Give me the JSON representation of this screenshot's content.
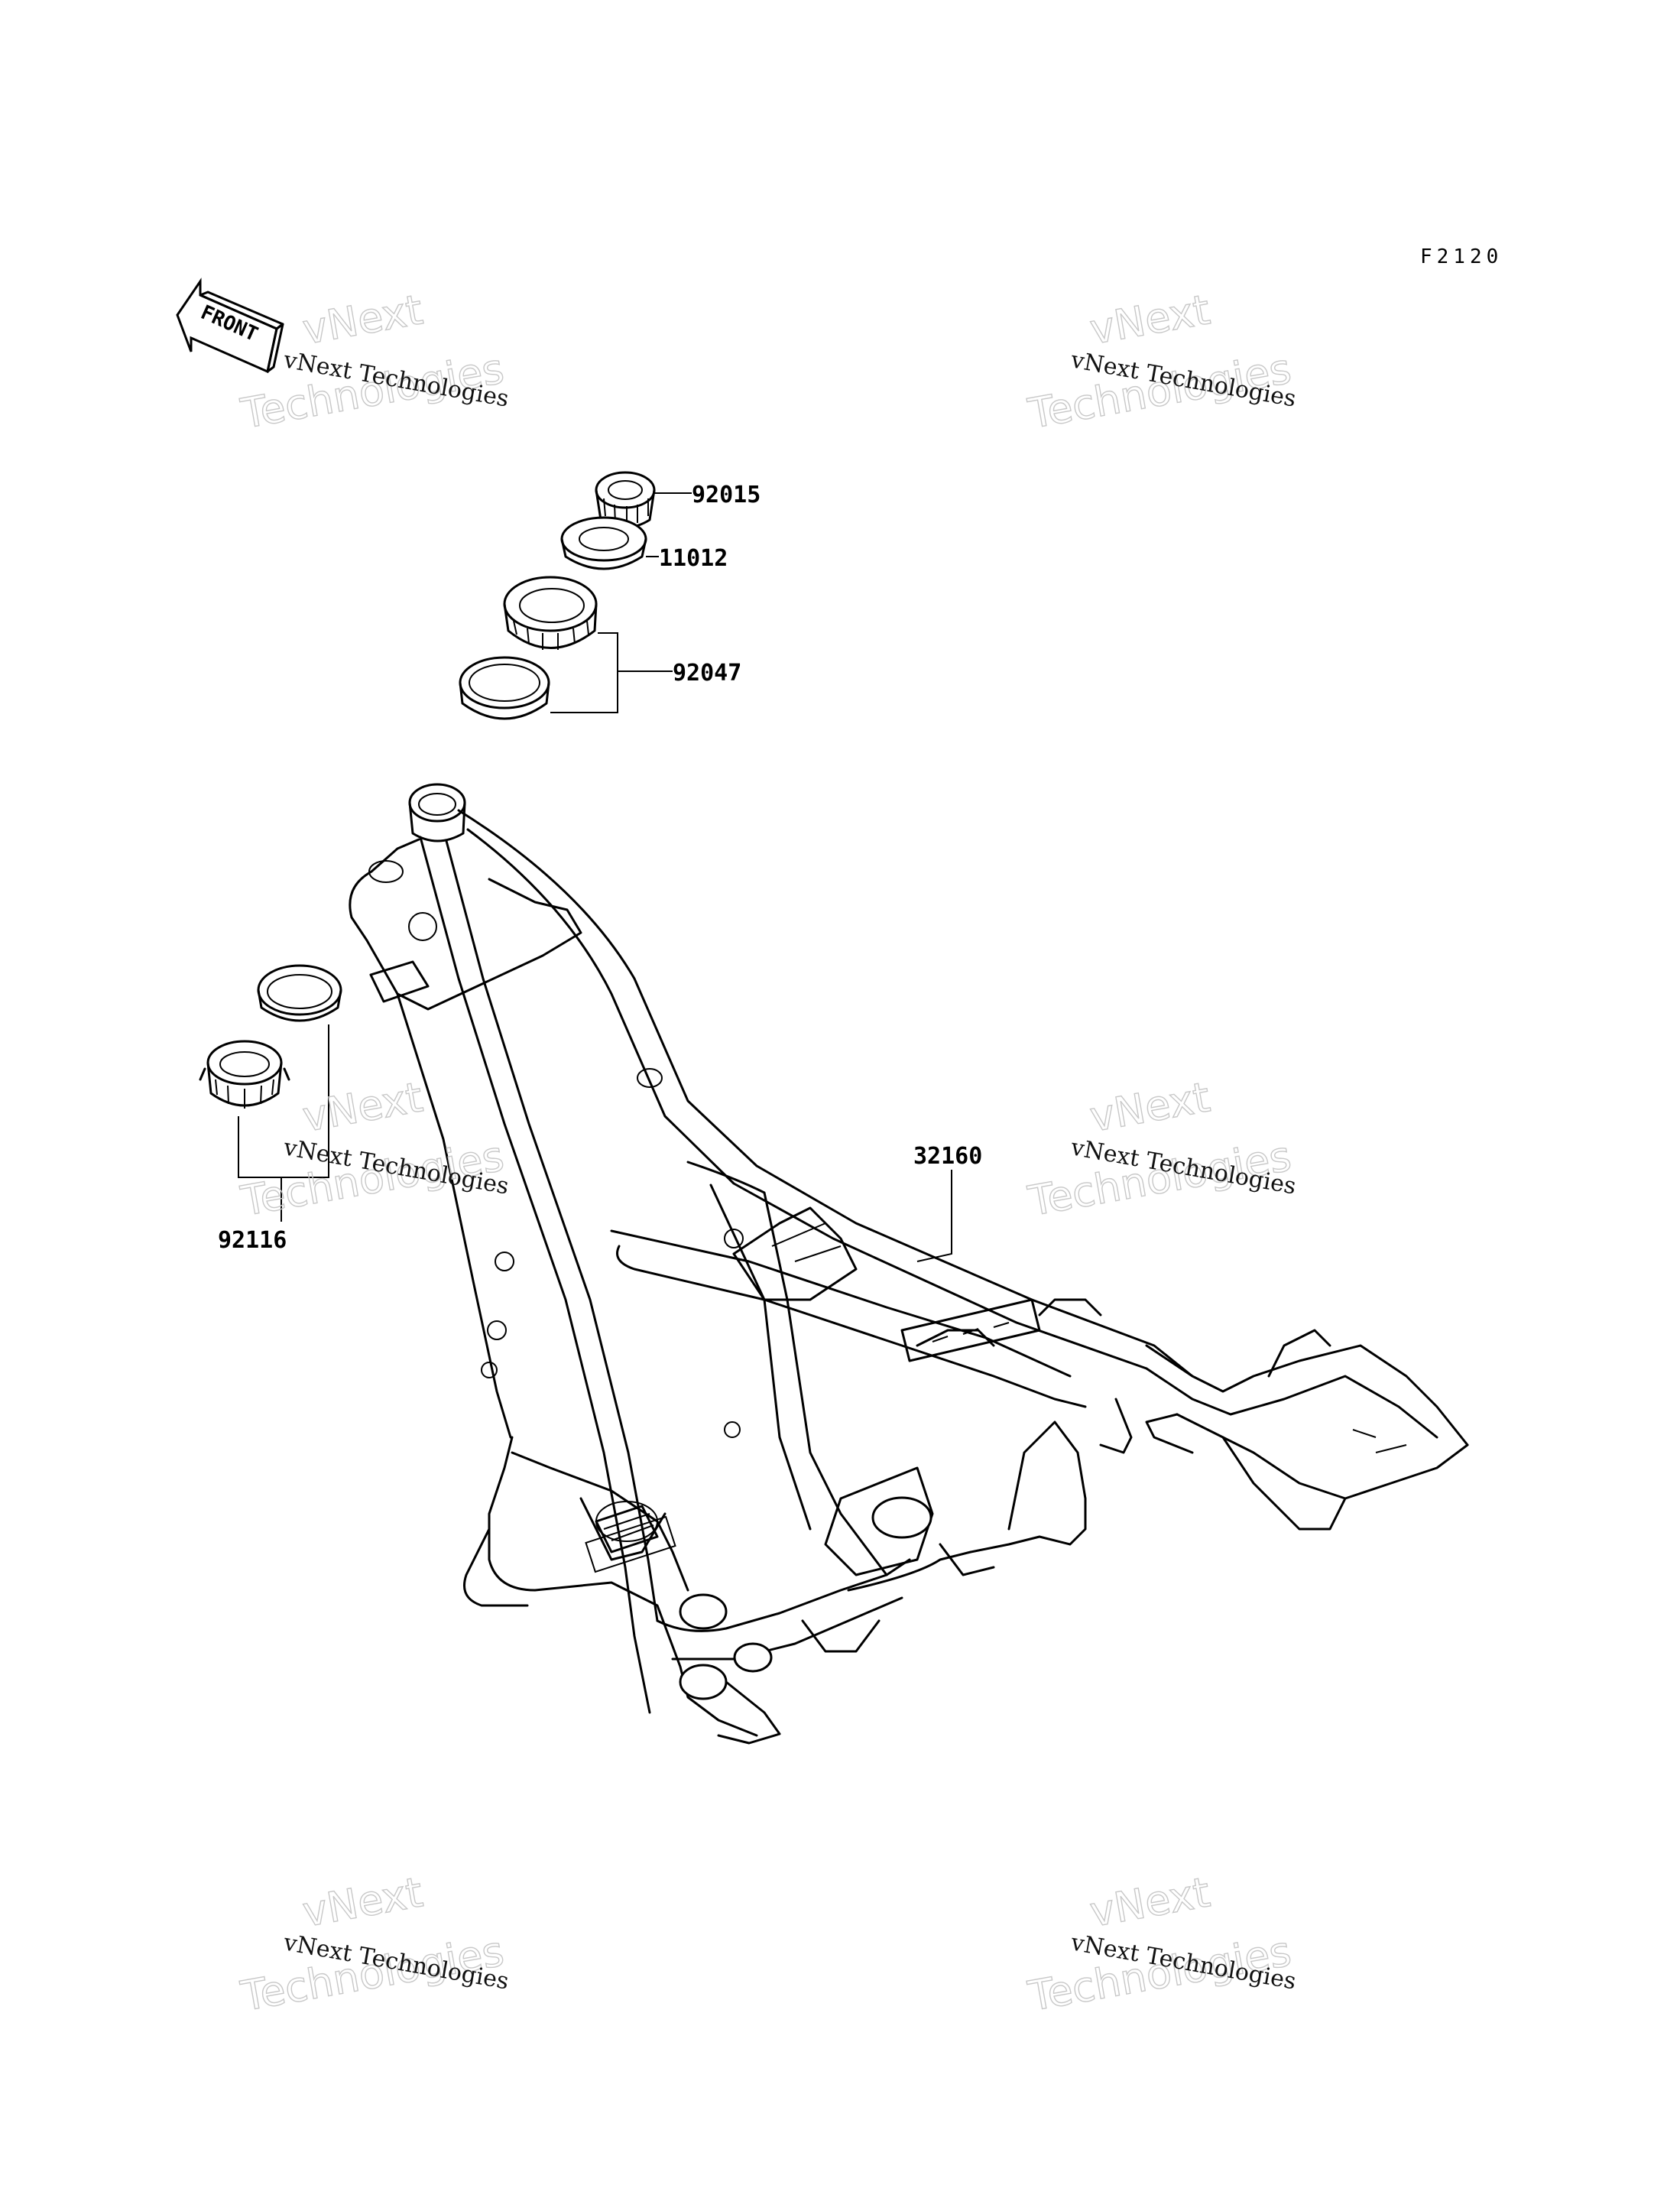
{
  "diagram": {
    "figure_code": "F2120",
    "front_label": "FRONT",
    "parts": [
      {
        "number": "92015"
      },
      {
        "number": "11012"
      },
      {
        "number": "92047"
      },
      {
        "number": "32160"
      },
      {
        "number": "92116"
      }
    ]
  },
  "watermark": {
    "line": "vNext Technologies",
    "ghost_top": "vNext",
    "ghost_bottom": "Technologies"
  },
  "colors": {
    "ink": "#000000",
    "ghost": "#c8c8c8",
    "background": "#ffffff"
  }
}
